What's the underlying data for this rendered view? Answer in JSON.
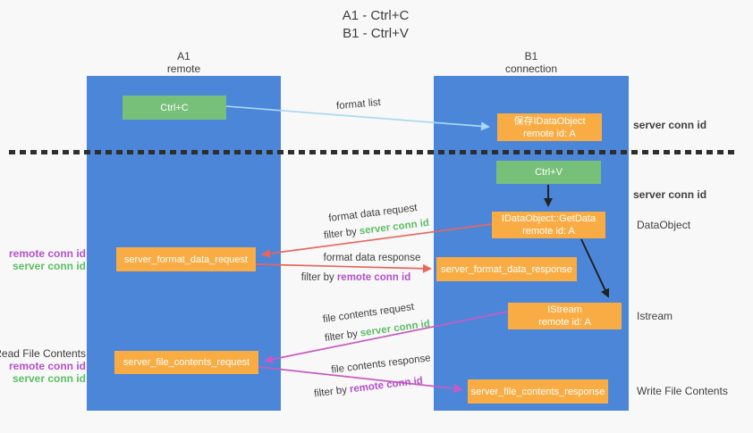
{
  "title": {
    "line1": "A1 - Ctrl+C",
    "line2": "B1 - Ctrl+V"
  },
  "lanes": {
    "a1": {
      "name": "A1",
      "role": "remote"
    },
    "b1": {
      "name": "B1",
      "role": "connection"
    }
  },
  "nodes": {
    "ctrl_c": {
      "label": "Ctrl+C"
    },
    "save_dataobject": {
      "line1": "保存IDataObject",
      "line2": "remote id: A"
    },
    "ctrl_v": {
      "label": "Ctrl+V"
    },
    "getdata": {
      "line1": "IDataObject::GetData",
      "line2": "remote id: A"
    },
    "format_request": {
      "label": "server_format_data_request"
    },
    "format_response": {
      "label": "server_format_data_response"
    },
    "istream": {
      "line1": "IStream",
      "line2": "remote id: A"
    },
    "file_request": {
      "label": "server_file_contents_request"
    },
    "file_response": {
      "label": "server_file_contents_response"
    }
  },
  "terms": {
    "server_conn_id": "server conn id",
    "remote_conn_id": "remote conn id",
    "filter_by": "filter by"
  },
  "flow_labels": {
    "format_list": "format list",
    "format_data_request": "format data request",
    "format_data_response": "format data response",
    "file_contents_request": "file contents request",
    "file_contents_response": "file contents response"
  },
  "side_labels": {
    "dataobject": "DataObject",
    "istream": "Istream",
    "read_file_contents": "Read File Contents",
    "write_file_contents": "Write File Contents"
  },
  "colors": {
    "lane_blue": "#4C86D9",
    "node_green": "#77C07A",
    "node_orange": "#F8AC43",
    "conn_id_green": "#5CBE63",
    "conn_id_purple": "#B44FCB",
    "arrow_salmon": "#E8655C",
    "arrow_magenta": "#C75BC3",
    "arrow_light_blue": "#AAD7F3",
    "arrow_black": "#222222",
    "dotted_divider": "#2E2E2E"
  }
}
